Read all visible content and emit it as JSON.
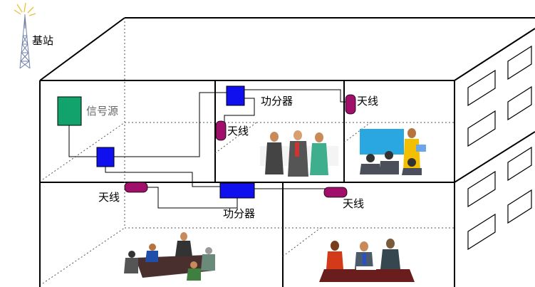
{
  "labels": {
    "base_station": "基站",
    "signal_source": "信号源",
    "splitter_top": "功分器",
    "splitter_mid": "功分器",
    "antenna_top_left": "天线",
    "antenna_top_right": "天线",
    "antenna_mid_left": "天线",
    "antenna_mid_right": "天线"
  },
  "colors": {
    "signal_source_fill": "#11a36b",
    "splitter_fill": "#1010ee",
    "antenna_fill": "#a0106a",
    "tower": "#6f7fa8",
    "tower_spark": "#e6c23a",
    "building_line": "#000000",
    "dotted_line": "#555555"
  },
  "icons": [
    "base-station-tower-icon",
    "meeting-people-icon",
    "presentation-people-icon",
    "conference-table-icon",
    "office-meeting-icon"
  ]
}
